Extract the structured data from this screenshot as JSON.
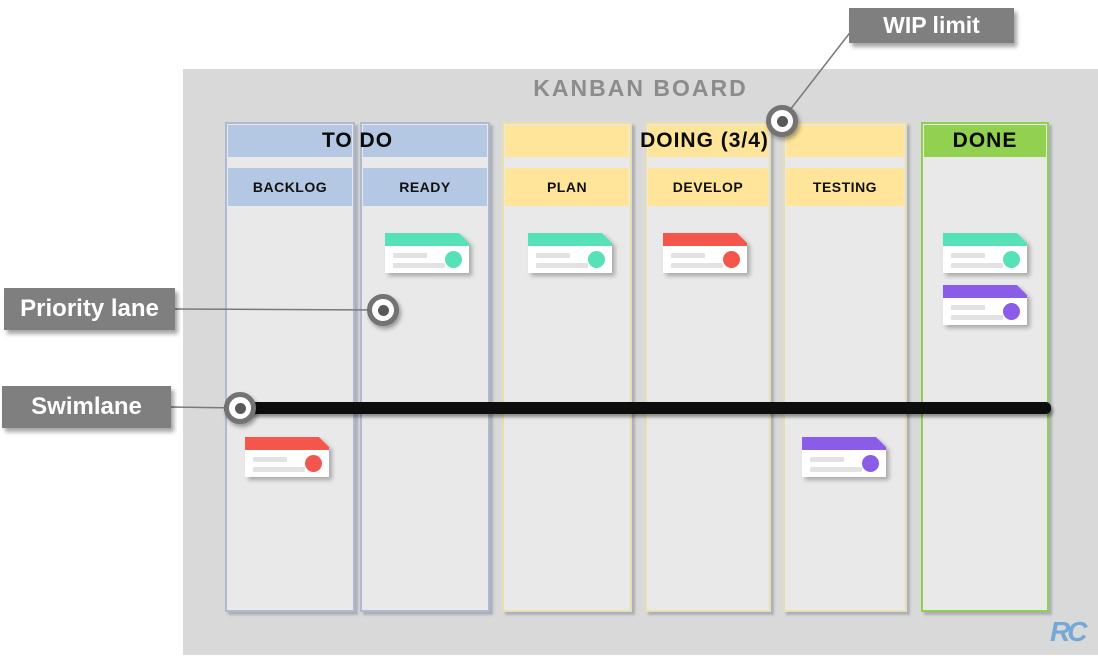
{
  "title": "KANBAN BOARD",
  "callouts": {
    "wip_limit": "WIP limit",
    "priority_lane": "Priority lane",
    "swimlane": "Swimlane"
  },
  "board": {
    "groups": {
      "todo": {
        "label": "TO DO",
        "header_color": "#B4C7E3"
      },
      "doing": {
        "label": "DOING (3/4)",
        "header_color": "#FFE599"
      },
      "done": {
        "label": "DONE",
        "header_color": "#92D050"
      }
    },
    "subcolumns": {
      "backlog": "BACKLOG",
      "ready": "READY",
      "plan": "PLAN",
      "develop": "DEVELOP",
      "testing": "TESTING"
    }
  },
  "cards": [
    {
      "column": "ready",
      "lane": "priority",
      "color": "#57E1B6"
    },
    {
      "column": "plan",
      "lane": "priority",
      "color": "#57E1B6"
    },
    {
      "column": "develop",
      "lane": "priority",
      "color": "#F4564B"
    },
    {
      "column": "done",
      "lane": "priority",
      "color": "#57E1B6"
    },
    {
      "column": "done",
      "lane": "priority",
      "color": "#8A5CE8"
    },
    {
      "column": "backlog",
      "lane": "swimlane",
      "color": "#F4564B"
    },
    {
      "column": "testing",
      "lane": "swimlane",
      "color": "#8A5CE8"
    }
  ],
  "colors": {
    "board_background": "#D9D9D9",
    "column_background": "#E9E9E9",
    "callout_background": "#7F7F7F",
    "swimlane_bar": "#0D0D0D",
    "title_text": "#8C8C8C"
  },
  "watermark": "RC"
}
